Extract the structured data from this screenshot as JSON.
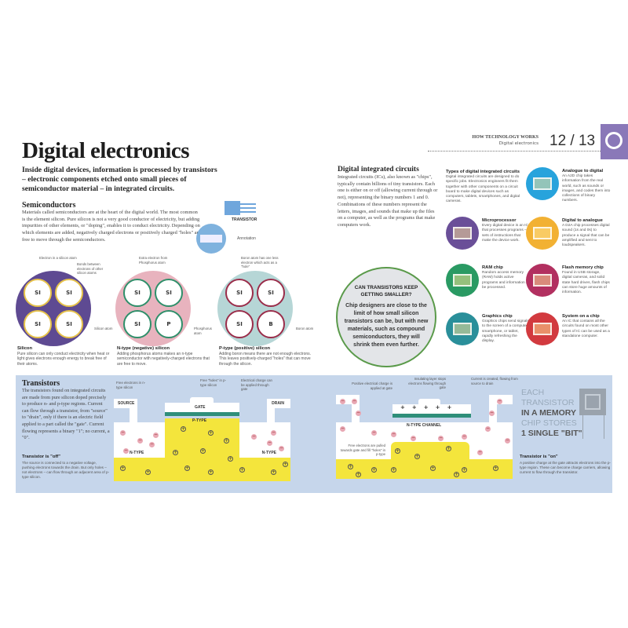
{
  "header": {
    "series": "HOW TECHNOLOGY WORKS",
    "section": "Digital electronics",
    "pages": "12 / 13"
  },
  "title": "Digital electronics",
  "intro": "Inside digital devices, information is processed by transistors – electronic components etched onto small pieces of semiconductor material – in integrated circuits.",
  "semiconductors": {
    "heading": "Semiconductors",
    "body": "Materials called semiconductors are at the heart of the digital world. The most common is the element silicon. Pure silicon is not a very good conductor of electricity, but adding impurities of other elements, or \"doping\", enables it to conduct electricity. Depending on which elements are added, negatively charged electrons or positively charged \"holes\" are free to move through the semiconductors.",
    "transistor_label": "TRANSISTOR",
    "annotation_label": "Annotation"
  },
  "atoms": [
    {
      "name": "Silicon",
      "text": "Pure silicon can only conduct electricity when heat or light gives electrons enough energy to break free of their atoms.",
      "labels": [
        "SI",
        "SI",
        "SI",
        "SI"
      ],
      "color": "#5e4a92",
      "ann1": "Electron in a silicon atom",
      "ann2": "Bonds between electrons of other silicon atoms",
      "ann3": "Silicon atom"
    },
    {
      "name": "N-type (negative) silicon",
      "text": "Adding phosphorus atoms makes an n-type semiconductor with negatively-charged electrons that are free to move.",
      "labels": [
        "SI",
        "SI",
        "SI",
        "P"
      ],
      "color": "#e8b3be",
      "ann1": "Extra electron from Phosphorus atom",
      "ann3": "Phosphorus atom"
    },
    {
      "name": "P-type (positive) silicon",
      "text": "Adding boron means there are not enough electrons. This leaves positively-charged \"holes\" that can move through the silicon.",
      "labels": [
        "SI",
        "SI",
        "SI",
        "B"
      ],
      "color": "#b6d6d6",
      "ann1": "Boron atom has one less electron which acts as a \"hole\"",
      "ann3": "Boron atom"
    }
  ],
  "dic": {
    "heading": "Digital integrated circuits",
    "body": "Integrated circuits (ICs), also known as \"chips\", typically contain billions of tiny transistors. Each one is either on or off (allowing current through or not), representing the binary numbers 1 and 0. Combinations of these numbers represent the letters, images, and sounds that make up the files on a computer, as well as the programs that make computers work."
  },
  "types": {
    "heading": "Types of digital integrated circuits",
    "body": "Digital integrated circuits are designed to do specific jobs. Electronics engineers fit them together with other components on a circuit board to make digital devices such as computers, tablets, smartphones, and digital cameras."
  },
  "chips": [
    {
      "name": "Analogue to digital",
      "text": "An A2D chip takes information from the real world, such as sounds or images, and codes them into collections of binary numbers.",
      "color": "#27a3dc",
      "icon": "a2d-chip-icon"
    },
    {
      "name": "Microprocessor",
      "text": "Every digital device is an IC that processes programs – sets of instructions that make the device work.",
      "color": "#6a4f98",
      "icon": "microprocessor-icon"
    },
    {
      "name": "Digital to analogue",
      "text": "A D2A chip processes digital sound (1s and 0s) to produce a signal that can be amplified and sent to loudspeakers.",
      "color": "#f2b133",
      "icon": "d2a-chip-icon"
    },
    {
      "name": "RAM chip",
      "text": "Random access memory (RAM) holds active programs and information to be processed.",
      "color": "#2a9a63",
      "icon": "ram-chip-icon"
    },
    {
      "name": "Flash memory chip",
      "text": "Found in USB storage, digital cameras, and solid state hard drives, flash chips can store huge amounts of information.",
      "color": "#b23060",
      "icon": "flash-memory-icon"
    },
    {
      "name": "Graphics chip",
      "text": "Graphics chips send signals to the screen of a computer, smartphone, or tablet, rapidly refreshing the display.",
      "color": "#2a8f9a",
      "icon": "graphics-chip-icon"
    },
    {
      "name": "System on a chip",
      "text": "An IC that contains all the circuits found on most other types of IC can be used as a standalone computer.",
      "color": "#d23a3f",
      "icon": "soc-icon"
    }
  ],
  "callout": {
    "heading": "CAN TRANSISTORS KEEP GETTING SMALLER?",
    "body": "Chip designers are close to the limit of how small silicon transistors can be, but with new materials, such as compound semiconductors, they will shrink them even further."
  },
  "transistors": {
    "heading": "Transistors",
    "body": "The transistors found on integrated circuits are made from pure silicon doped precisely to produce n- and p-type regions. Current can flow through a transistor, from \"source\" to \"drain\", only if there is an electric field applied to a part called the \"gate\". Current flowing represents a binary \"1\"; no current, a \"0\".",
    "off_heading": "Transistor is \"off\"",
    "off_text": "The source is connected to a negative voltage, pushing electrons towards the drain. But only holes – not electrons – can flow through an adjacent area of p-type silicon.",
    "on_heading": "Transistor is \"on\"",
    "on_text": "A positive charge at the gate attracts electrons into the p-type region. These can become charge carriers, allowing current to flow through the transistor.",
    "source": "SOURCE",
    "gate": "GATE",
    "drain": "DRAIN",
    "ptype": "P-TYPE",
    "ntype": "N-TYPE",
    "nchannel": "N-TYPE CHANNEL",
    "ann_free_e": "Free electrons in n-type silicon",
    "ann_holes": "Free \"holes\" in p-type silicon",
    "ann_charge": "Electrical charge can be applied through gate",
    "ann_pos": "Positive electrical charge is applied at gate",
    "ann_insul": "Insulating layer stops electrons flowing through gate",
    "ann_current": "Current is created, flowing from source to drain",
    "ann_pulled": "Free electrons are pulled towards gate and fill \"holes\" in p-type"
  },
  "memory": {
    "line1": "EACH",
    "line2": "TRANSISTOR",
    "line3": "IN A MEMORY",
    "line4": "CHIP STORES",
    "line5": "1 SINGLE \"BIT\""
  }
}
